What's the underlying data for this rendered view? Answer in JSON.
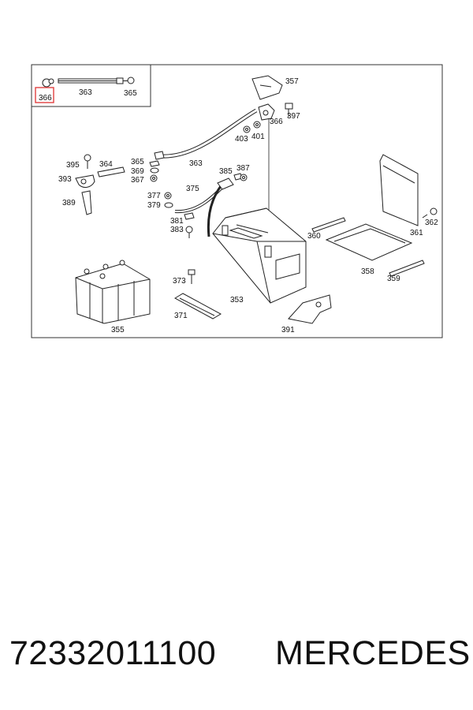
{
  "diagram": {
    "labels": {
      "l353": "353",
      "l355": "355",
      "l357": "357",
      "l358": "358",
      "l359": "359",
      "l360": "360",
      "l361": "361",
      "l362": "362",
      "l363_inset": "363",
      "l363": "363",
      "l364": "364",
      "l365_inset": "365",
      "l365": "365",
      "l366_inset": "366",
      "l366": "366",
      "l367": "367",
      "l369": "369",
      "l371": "371",
      "l373": "373",
      "l375": "375",
      "l377": "377",
      "l379": "379",
      "l381": "381",
      "l383": "383",
      "l385": "385",
      "l387": "387",
      "l389": "389",
      "l391": "391",
      "l393": "393",
      "l395": "395",
      "l397": "397",
      "l401": "401",
      "l403": "403"
    },
    "highlight_color": "#e04040"
  },
  "footer": {
    "part_number": "72332011100",
    "brand": "MERCEDES"
  }
}
